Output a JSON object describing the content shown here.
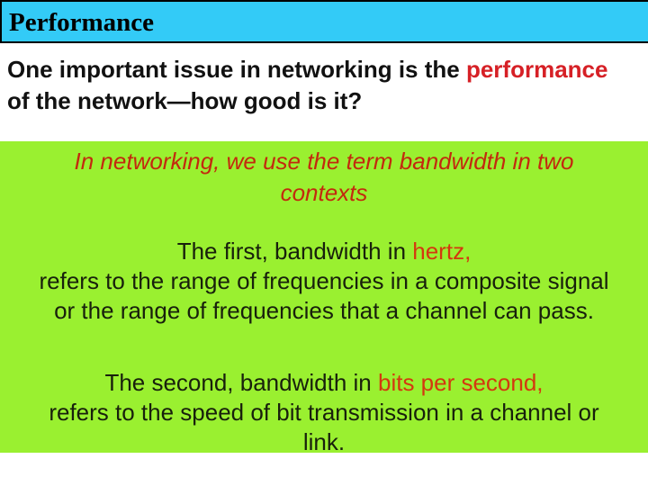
{
  "header": {
    "title": "Performance"
  },
  "intro": {
    "line1_pre": "One important issue in networking is the ",
    "line1_highlight": "performance",
    "line2": "of the network—how good is it?"
  },
  "banner": {
    "line1": "In networking, we use the term bandwidth in two",
    "line2": "contexts"
  },
  "first": {
    "line1_pre": "The first, bandwidth in ",
    "line1_highlight": "hertz,",
    "line2": "refers to the range of frequencies in a composite signal",
    "line3": "or the range of frequencies that a channel can pass."
  },
  "second": {
    "line1_pre": "The second, bandwidth in ",
    "line1_highlight": "bits per second,",
    "line2": "refers to the speed of bit transmission in a channel or",
    "line3": "link."
  },
  "colors": {
    "title_bar_background": "#33cbf7",
    "title_bar_border": "#000000",
    "note_box_background": "#9af030",
    "intro_highlight_red": "#d62026",
    "banner_red": "#c3290e",
    "keyword_red_orange": "#d4380f",
    "body_text": "#18200c"
  }
}
